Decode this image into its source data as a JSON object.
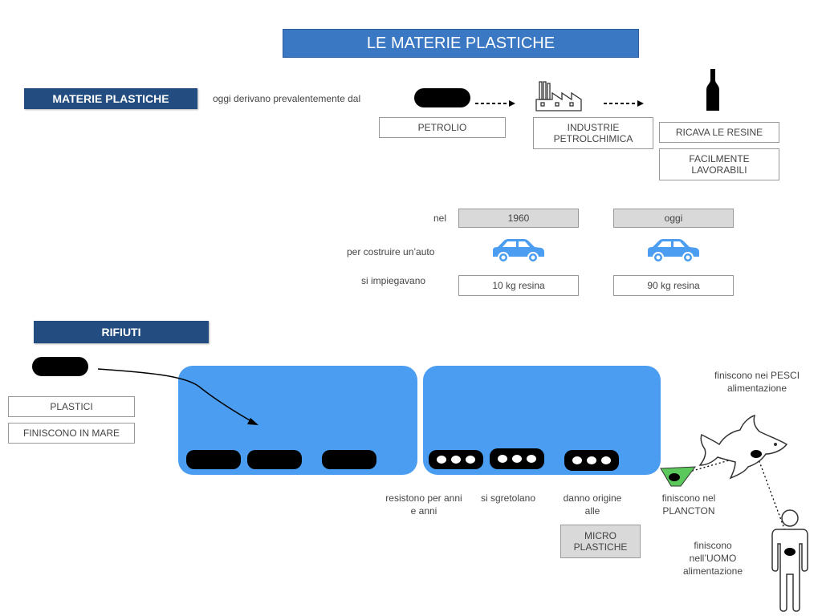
{
  "title": "LE MATERIE PLASTICHE",
  "materie": {
    "tag": "MATERIE PLASTICHE",
    "intro": "oggi derivano prevalentemente dal",
    "petrolio": "PETROLIO",
    "industrie": "INDUSTRIE PETROLCHIMICA",
    "ricava": "RICAVA LE RESINE",
    "facilmente": "FACILMENTE LAVORABILI"
  },
  "comparison": {
    "nel": "nel",
    "year_then": "1960",
    "year_now": "oggi",
    "per_costruire": "per costruire un’auto",
    "si_impiegavano": "si impiegavano",
    "resin_then": "10 kg resina",
    "resin_now": "90 kg resina"
  },
  "rifiuti": {
    "tag": "RIFIUTI",
    "plastici": "PLASTICI",
    "finiscono_mare": "FINISCONO IN MARE",
    "resistono": "resistono per anni e anni",
    "sgretolano": "si sgretolano",
    "danno_origine": "danno origine alle",
    "micro": "MICRO PLASTICHE",
    "plancton": "finiscono nel PLANCTON",
    "pesci": "finiscono nei PESCI alimentazione",
    "uomo": "finiscono nell’UOMO alimentazione"
  },
  "colors": {
    "title_bg": "#3b78c3",
    "tag_bg": "#234d80",
    "ocean": "#4a9df0",
    "car": "#4a9df0",
    "plankton": "#5ac85a"
  },
  "icons": [
    "oil-drop",
    "factory-icon",
    "bottle-icon",
    "car-icon",
    "fish-icon",
    "human-icon",
    "plankton-icon"
  ]
}
